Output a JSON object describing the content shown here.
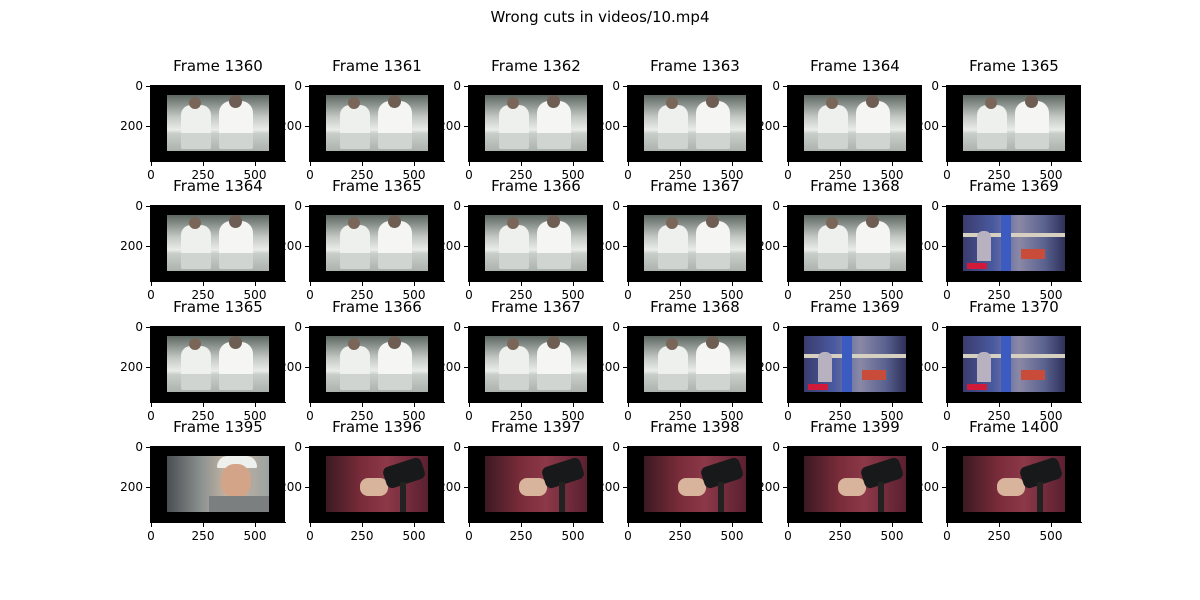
{
  "figure": {
    "title": "Wrong cuts in videos/10.mp4"
  },
  "axes": {
    "yticks": [
      "0",
      "200"
    ],
    "xticks": [
      "0",
      "250",
      "500"
    ]
  },
  "rows": [
    {
      "frames": [
        {
          "label": "Frame 1360",
          "scene": "lab"
        },
        {
          "label": "Frame 1361",
          "scene": "lab"
        },
        {
          "label": "Frame 1362",
          "scene": "lab"
        },
        {
          "label": "Frame 1363",
          "scene": "lab"
        },
        {
          "label": "Frame 1364",
          "scene": "lab"
        },
        {
          "label": "Frame 1365",
          "scene": "lab"
        }
      ]
    },
    {
      "frames": [
        {
          "label": "Frame 1364",
          "scene": "lab"
        },
        {
          "label": "Frame 1365",
          "scene": "lab"
        },
        {
          "label": "Frame 1366",
          "scene": "lab"
        },
        {
          "label": "Frame 1367",
          "scene": "lab"
        },
        {
          "label": "Frame 1368",
          "scene": "lab"
        },
        {
          "label": "Frame 1369",
          "scene": "ware"
        }
      ]
    },
    {
      "frames": [
        {
          "label": "Frame 1365",
          "scene": "lab"
        },
        {
          "label": "Frame 1366",
          "scene": "lab"
        },
        {
          "label": "Frame 1367",
          "scene": "lab"
        },
        {
          "label": "Frame 1368",
          "scene": "lab"
        },
        {
          "label": "Frame 1369",
          "scene": "ware"
        },
        {
          "label": "Frame 1370",
          "scene": "ware"
        }
      ]
    },
    {
      "frames": [
        {
          "label": "Frame 1395",
          "scene": "face"
        },
        {
          "label": "Frame 1396",
          "scene": "gun"
        },
        {
          "label": "Frame 1397",
          "scene": "gun"
        },
        {
          "label": "Frame 1398",
          "scene": "gun"
        },
        {
          "label": "Frame 1399",
          "scene": "gun"
        },
        {
          "label": "Frame 1400",
          "scene": "gun"
        }
      ]
    }
  ]
}
